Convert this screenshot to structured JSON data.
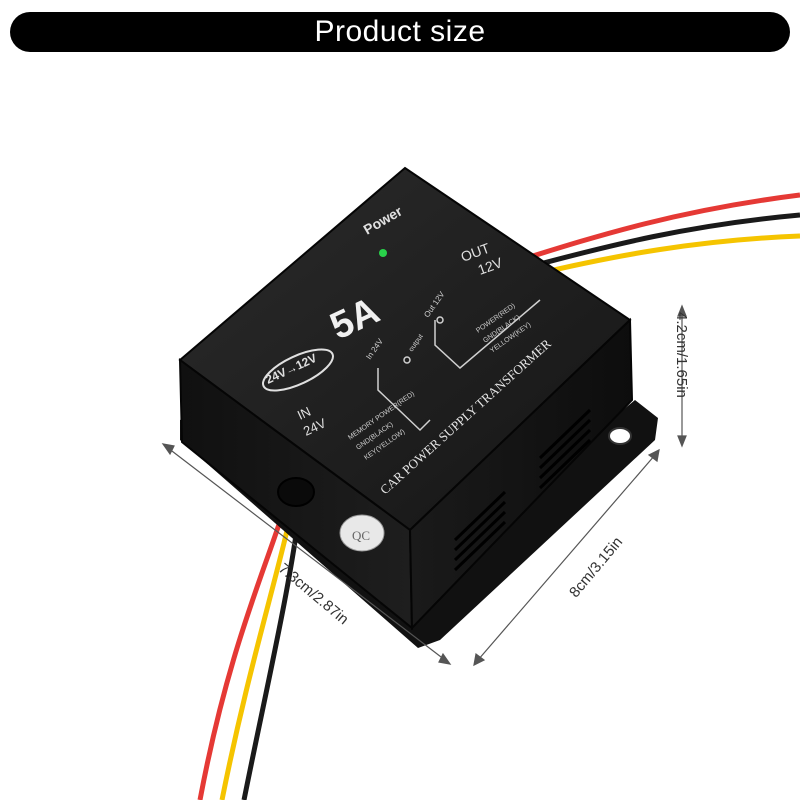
{
  "header": {
    "title": "Product size"
  },
  "dimensions": {
    "height": "4.2cm/1.65in",
    "width": "7.3cm/2.87in",
    "length": "8cm/3.15in"
  },
  "device": {
    "power_label": "Power",
    "out_label": "OUT",
    "out_voltage": "12V",
    "rating": "5A",
    "conversion": "24V→12V",
    "in_label": "IN",
    "in_voltage": "24V",
    "brand_line1": "CAR POWER SUPPLY TRANSFORMER",
    "diagram_in": "In 24V",
    "diagram_out": "Out 12V",
    "diagram_output": "output",
    "wire_red": "POWER(RED)",
    "wire_black": "GND(BLACK)",
    "wire_yellow": "YELLOW(KEY)",
    "memory_label": "MEMORY POWER(RED)",
    "gnd_label": "GND(BLACK)",
    "key_label": "KEY(YELLOW)",
    "sticker": "QC"
  },
  "colors": {
    "wire_red": "#e53935",
    "wire_yellow": "#f5c400",
    "wire_black": "#1a1a1a",
    "case": "#1c1c1c",
    "led": "#29d14a"
  }
}
